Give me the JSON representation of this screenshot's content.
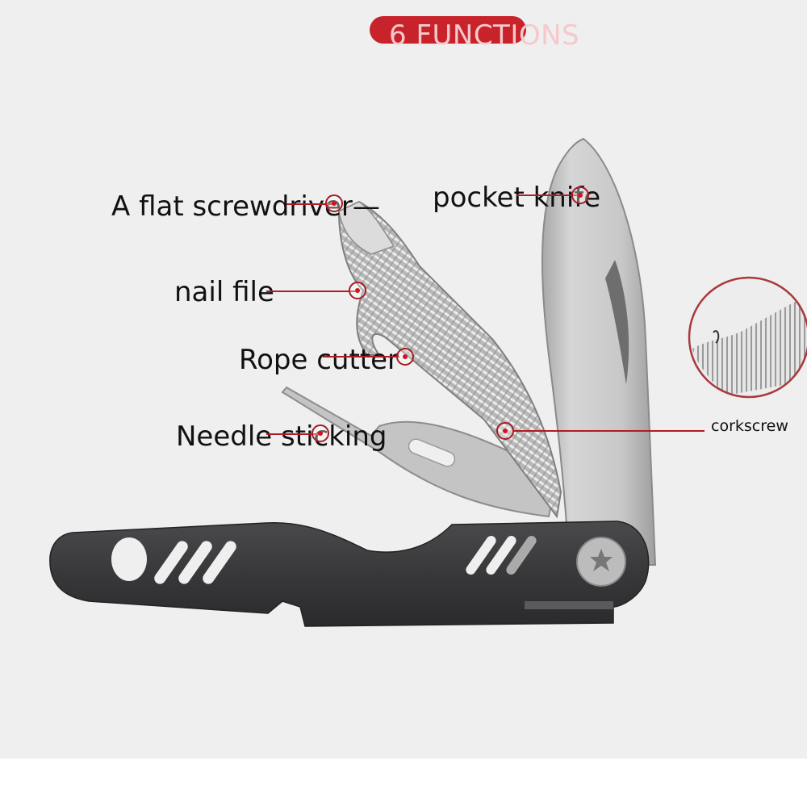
{
  "header": {
    "badge_text": "6 FUNCTIONS",
    "badge_color": "#c8222a"
  },
  "callouts": [
    {
      "label": "A flat screwdriver—",
      "position": "left"
    },
    {
      "label": "pocket knife",
      "position": "top-right"
    },
    {
      "label": "nail file",
      "position": "left"
    },
    {
      "label": "Rope cutter",
      "position": "left"
    },
    {
      "label": "Needle sticking",
      "position": "left"
    },
    {
      "label": "corkscrew",
      "position": "right"
    }
  ],
  "detail_inset": {
    "subject": "corkscrew-close-up",
    "ring_color": "#a83a3a"
  },
  "product": {
    "type": "folding multi-tool pocket knife",
    "handle_color": "#3a3a3c",
    "blade_color": "#c9c9c9",
    "leader_color": "#b01c24"
  }
}
